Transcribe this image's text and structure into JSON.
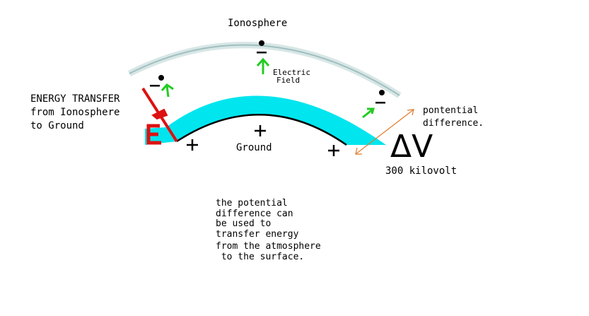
{
  "labels": {
    "ionosphere": "Ionosphere",
    "electric_field_1": "Electric",
    "electric_field_2": "Field",
    "ground": "Ground",
    "energy_transfer": [
      "ENERGY TRANSFER",
      "from Ionosphere",
      "to Ground"
    ],
    "potential_difference": [
      "pontential",
      "difference."
    ],
    "delta_v": "ΔV",
    "voltage": "300 kilovolt",
    "energy_letter": "E",
    "note": [
      "the potential",
      "difference can",
      "be used to",
      "transfer energy",
      "from the atmosphere",
      " to the surface."
    ]
  },
  "colors": {
    "ground_layer": "#00e5ee",
    "ionosphere": "#b8d4d4",
    "field_arrow": "#22cc22",
    "energy": "#dd1111",
    "measure": "#e07a2a"
  }
}
